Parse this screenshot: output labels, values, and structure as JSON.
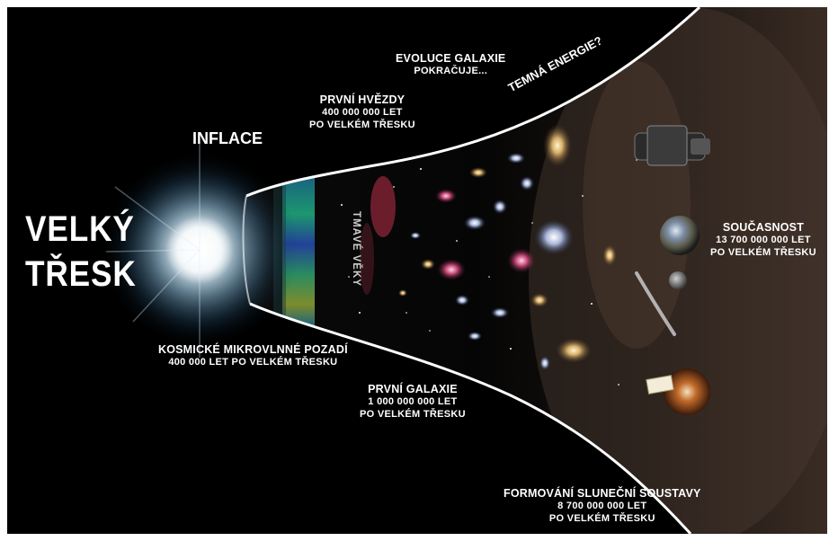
{
  "big_bang": {
    "line1": "VELKÝ",
    "line2": "TŘESK"
  },
  "inflation": "INFLACE",
  "dark_ages": "TMAVÉ VĚKY",
  "dark_energy": "TEMNÁ ENERGIE?",
  "galaxy_evolution": {
    "title": "EVOLUCE GALAXIE",
    "subtitle": "POKRAČUJE..."
  },
  "first_stars": {
    "title": "PRVNÍ HVĚZDY",
    "line1": "400 000 000 LET",
    "line2": "PO VELKÉM TŘESKU"
  },
  "cmb": {
    "title": "KOSMICKÉ MIKROVLNNÉ POZADÍ",
    "line1": "400 000 LET PO VELKÉM TŘESKU"
  },
  "first_galaxies": {
    "title": "PRVNÍ GALAXIE",
    "line1": "1 000 000 000 LET",
    "line2": "PO VELKÉM TŘESKU"
  },
  "present": {
    "title": "SOUČASNOST",
    "line1": "13 700 000 000 LET",
    "line2": "PO VELKÉM TŘESKU"
  },
  "solar_system": {
    "title": "FORMOVÁNÍ SLUNEČNÍ SOUSTAVY",
    "line1": "8 700 000 000 LET",
    "line2": "PO VELKÉM TŘESKU"
  },
  "colors": {
    "background": "#000000",
    "outline": "#ffffff",
    "text": "#ffffff",
    "flash": "#e8f4ff"
  },
  "icons": [
    "big-bang-flash-icon",
    "cmb-band-icon",
    "galaxy-icon",
    "earth-icon",
    "moon-icon",
    "comet-icon",
    "telescope-icon",
    "probe-icon"
  ]
}
